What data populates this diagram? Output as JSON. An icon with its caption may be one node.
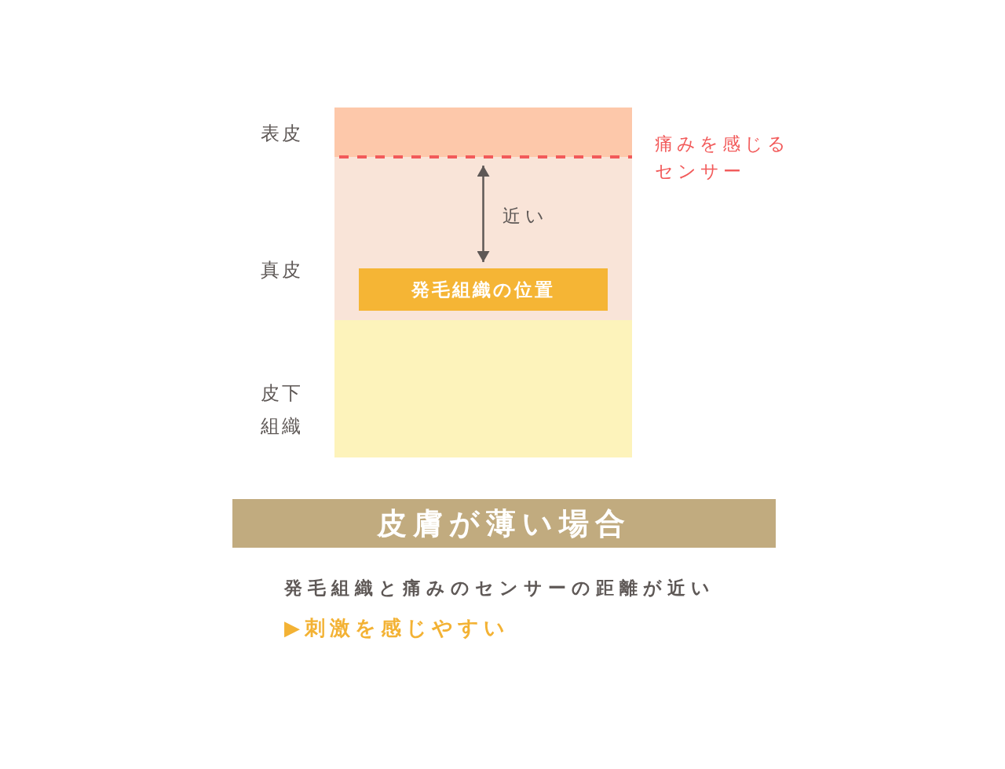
{
  "diagram": {
    "title": "皮膚が薄い場合",
    "nodes": [
      {
        "text": [
          "表皮"
        ]
      },
      {
        "text": [
          "真皮"
        ]
      },
      {
        "text": [
          "発毛組織の位置"
        ],
        "in": 1
      },
      {
        "text": [
          "皮下組織"
        ]
      },
      {
        "text": [],
        "shape": "line",
        "beside": [
          "痛みを感じるセンサー"
        ]
      }
    ],
    "edges": [
      {
        "from": 4,
        "to": 2,
        "arrow": "both",
        "label": "近い"
      }
    ],
    "labels": [
      "発毛組織と痛みのセンサーの距離が近い",
      "▶刺激を感じやすい"
    ]
  }
}
